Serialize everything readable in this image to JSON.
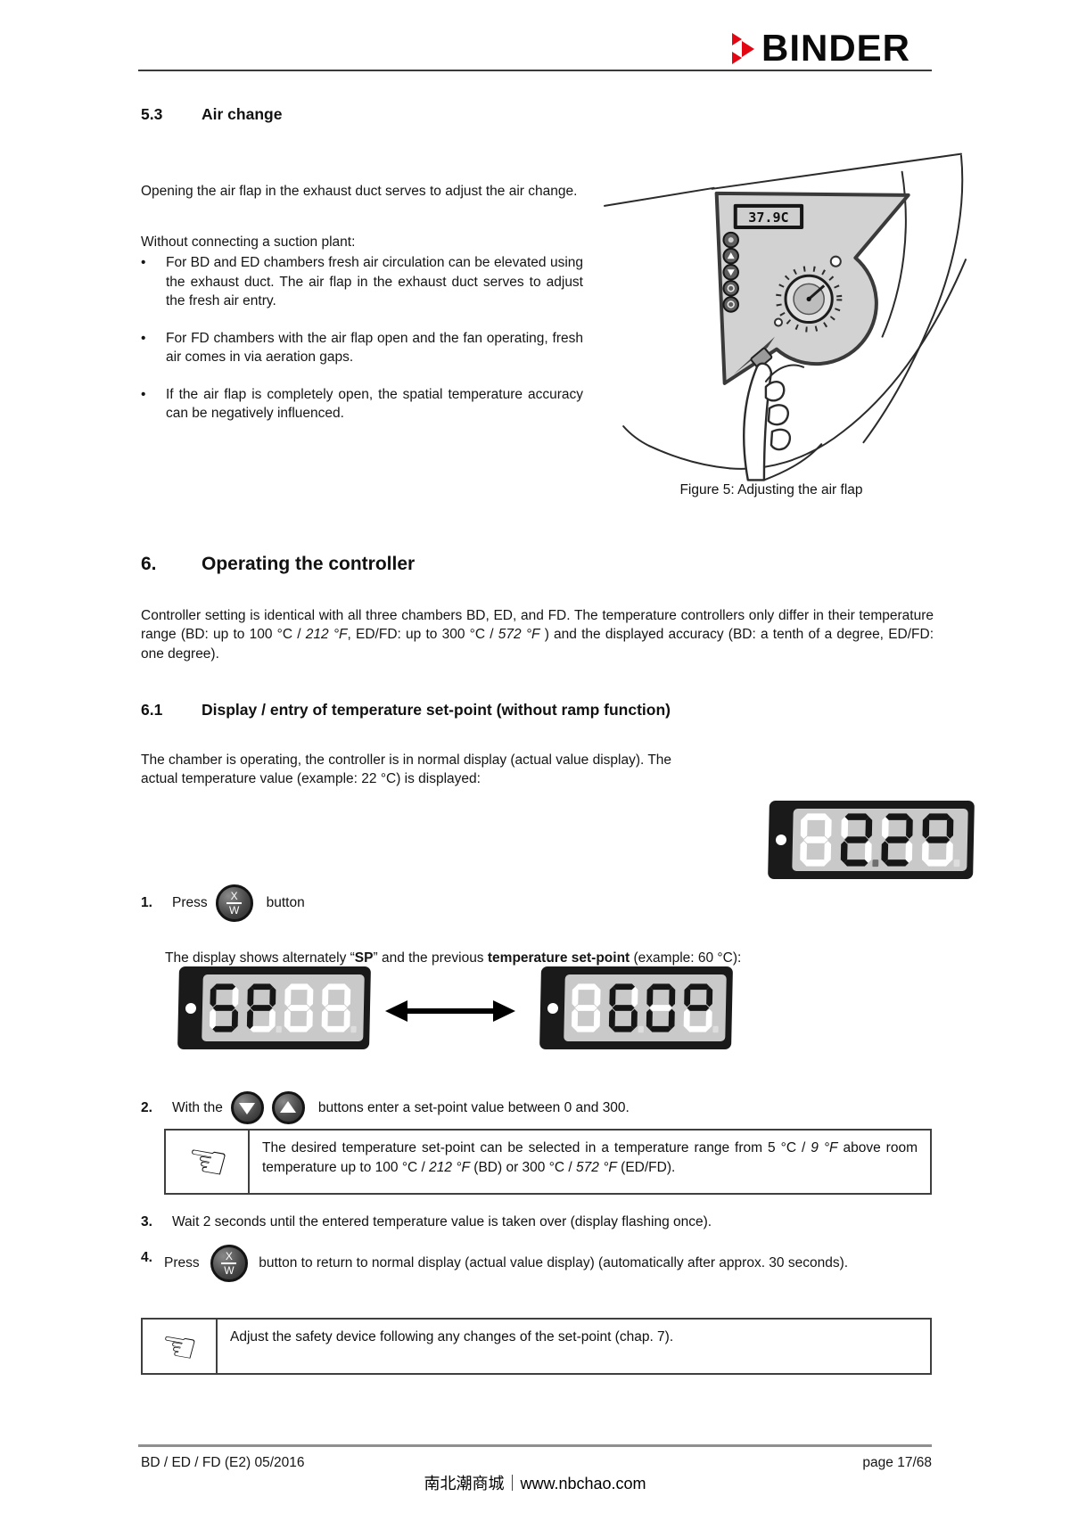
{
  "header": {
    "brand": "BINDER"
  },
  "icons": {
    "manicule": "☜",
    "bullet_marker": "•"
  },
  "section_air": {
    "number": "5.3",
    "title": "Air change",
    "para1": "Opening the air flap in the exhaust duct serves to adjust the air change.",
    "para2": "Without connecting a suction plant:",
    "bullets": [
      "For BD and ED chambers fresh air circulation can be elevated using the exhaust duct. The air flap in the exhaust duct serves to adjust the fresh air entry.",
      "For FD chambers with the air flap open and the fan operating, fresh air comes in via aeration gaps.",
      "If the air flap is completely open, the spatial temperature accuracy can be negatively influenced."
    ],
    "figure": {
      "caption": "Figure 5: Adjusting the air flap",
      "display_value": "37.9C"
    }
  },
  "section_ctrl": {
    "number": "6.",
    "title": "Operating the controller",
    "parts": [
      "Controller setting is identical with all three chambers BD, ED, and FD. The temperature controllers only differ in their temperature range (BD: up to 100 °C / ",
      "212 °F",
      ", ED/FD: up to 300 °C / ",
      "572 °F",
      " ) and the displayed accuracy (BD: a tenth of a degree, ED/FD: one degree)."
    ]
  },
  "section_setpoint": {
    "number": "6.1",
    "title": "Display / entry of temperature set-point (without ramp function)",
    "intro": "The chamber is operating, the controller is in normal display (actual value display). The actual temperature value (example: 22 °C) is displayed:",
    "step1": {
      "num": "1.",
      "pre": "Press",
      "post": "button"
    },
    "step1b_parts": [
      "The display shows alternately “",
      "SP",
      "” and the previous ",
      "temperature set-point",
      " (example: 60 °C):"
    ],
    "step2": {
      "num": "2.",
      "pre": "With the",
      "post": "buttons enter a set-point value between 0 and 300."
    },
    "step3": {
      "num": "3.",
      "text": "Wait 2 seconds until the entered temperature value is taken over (display flashing once)."
    },
    "step4": {
      "num": "4.",
      "pre": "Press",
      "post": "button to return to normal display (actual value display) (automatically after approx. 30 seconds)."
    },
    "note1_parts": [
      "The desired temperature set-point can be selected in a temperature range from 5 °C / ",
      "9 °F",
      " above room temperature up to 100 °C / ",
      "212 °F",
      " (BD) or 300 °C / ",
      "572 °F",
      " (ED/FD)."
    ],
    "note2": "Adjust the safety device following any changes of the set-point (chap. 7)."
  },
  "controller": {
    "xw_top": "X",
    "xw_bottom": "W"
  },
  "lcds": {
    "actual": {
      "cells": [
        {
          "ch": "8",
          "ghost": true
        },
        {
          "ch": "2",
          "dot": "dim"
        },
        {
          "ch": "2"
        },
        {
          "ch": "°",
          "dot": "ghost"
        }
      ]
    },
    "sp": {
      "cells": [
        {
          "ch": "S"
        },
        {
          "ch": "P",
          "dot": "ghost"
        },
        {
          "ch": "8",
          "ghost": true
        },
        {
          "ch": "8",
          "ghost": true,
          "dot": "ghost"
        }
      ]
    },
    "setpoint": {
      "cells": [
        {
          "ch": "8",
          "ghost": true
        },
        {
          "ch": "6",
          "dot": "ghost"
        },
        {
          "ch": "0"
        },
        {
          "ch": "°",
          "dot": "ghost"
        }
      ]
    }
  },
  "colors": {
    "accent_red": "#e30613",
    "lcd_frame": "#1a1a1a",
    "lcd_panel": "#c9c9c9",
    "lcd_on": "#161616",
    "lcd_ghost": "#ffffff"
  },
  "footer": {
    "left": "BD / ED / FD (E2) 05/2016",
    "right": "page 17/68",
    "watermark": "南北潮商城｜www.nbchao.com"
  }
}
